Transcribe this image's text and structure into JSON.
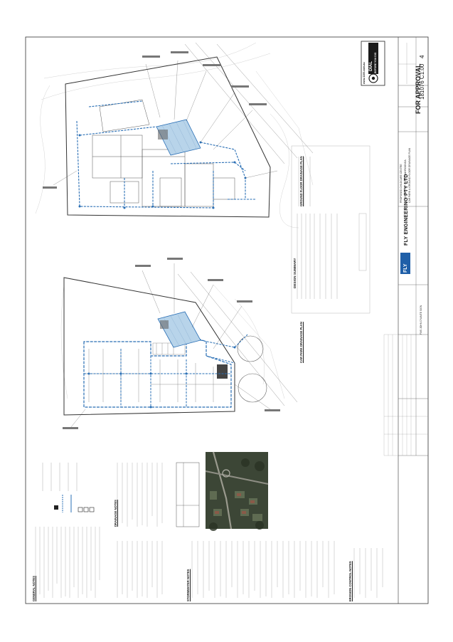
{
  "title_block": {
    "status": "FOR APPROVAL",
    "company": "FLY ENGINEERING PTY LTD",
    "logo_text": "FLY",
    "drawing_number": "181076 C1.00",
    "revision": "4",
    "project_lines": [
      "PROPOSED CHILDCARE CENTRE",
      "44 FOX VALLEY ROAD, WAHROONGA"
    ],
    "drawing_title": "CAR PARK & GROUND FLOOR DRAINAGE PLAN",
    "prepared_by": "FMS JOHN D'WAITE SIGN"
  },
  "dial": {
    "url": "www.1100.com.au",
    "line1": "DIAL",
    "line2": "BEFORE YOU DIG"
  },
  "plans": {
    "ground_floor_title": "GROUND FLOOR DRAINAGE PLAN",
    "car_park_title": "CAR PARK DRAINAGE PLAN",
    "design_summary_title": "DESIGN SUMMARY"
  },
  "notes": {
    "general_heading": "GENERAL NOTES",
    "drainage_heading": "DRAINAGE NOTES",
    "stormwater_heading": "STORMWATER NOTES",
    "erosion_heading": "EROSION CONTROL NOTES"
  },
  "colors": {
    "sheet_border": "#333333",
    "drainage_line": "#2a6fb5",
    "detention_fill": "#b8d4ea",
    "aerial_dark": "#3c4636",
    "linework": "#9a9a9a",
    "building_line": "#444444"
  }
}
